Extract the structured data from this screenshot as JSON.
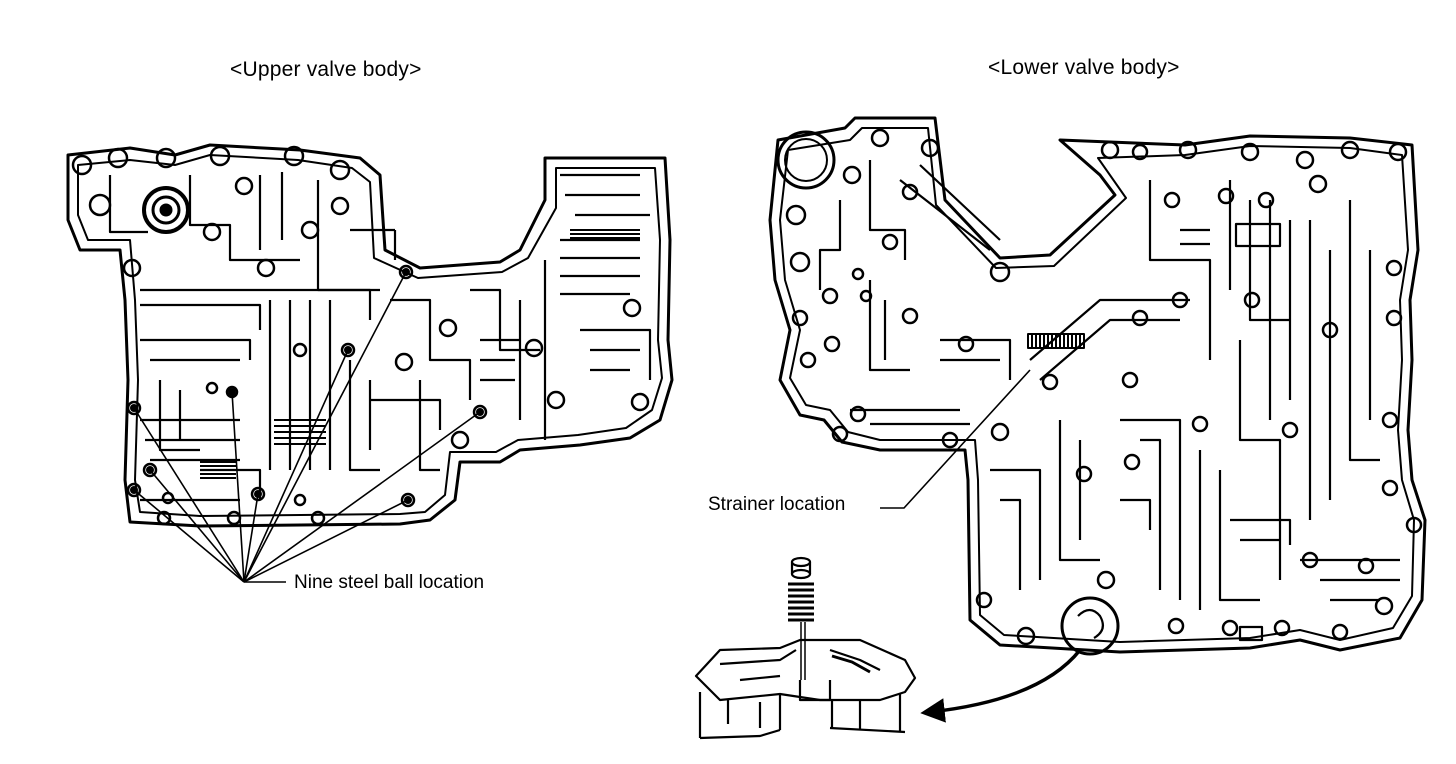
{
  "upper": {
    "title": "<Upper valve body>",
    "callout_label": "Nine steel ball location"
  },
  "lower": {
    "title": "<Lower valve body>",
    "callout_label": "Strainer location"
  },
  "colors": {
    "ink": "#000000",
    "paper": "#ffffff"
  }
}
